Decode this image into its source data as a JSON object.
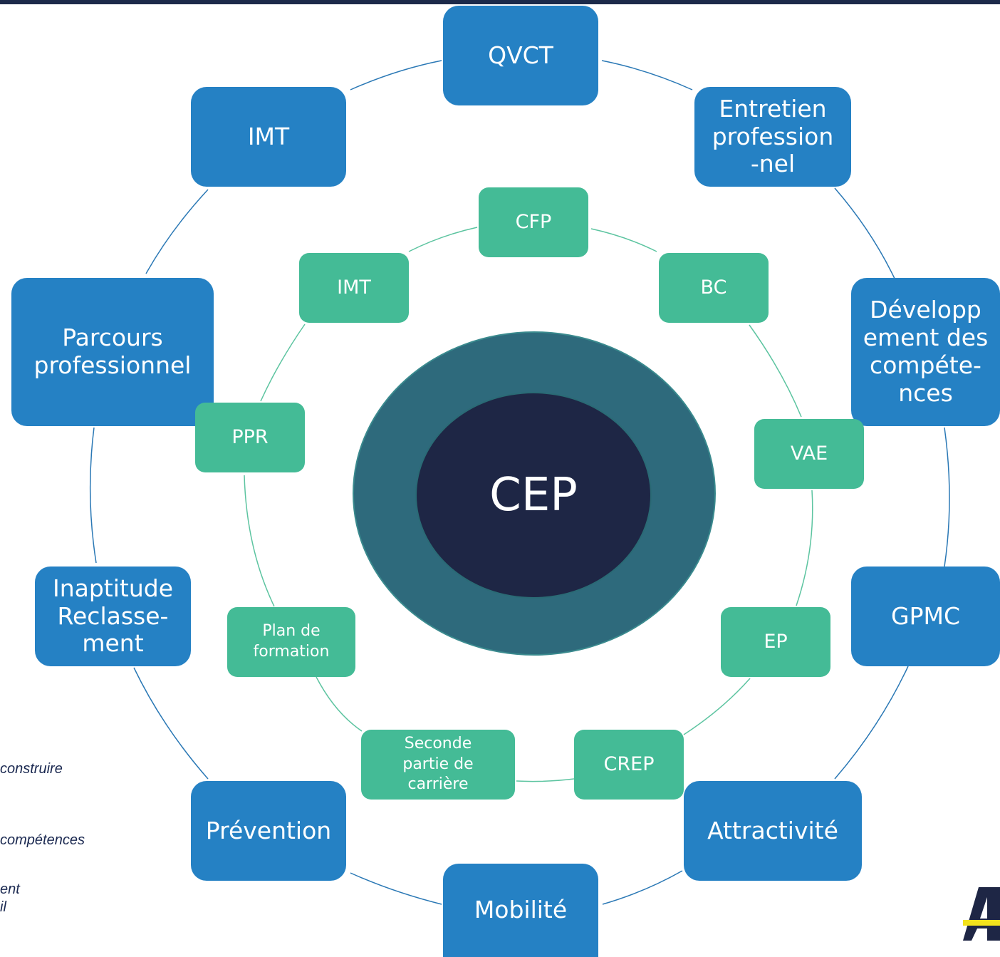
{
  "center": {
    "label": "CEP"
  },
  "outer_ring": [
    {
      "id": "qvct",
      "label": "QVCT"
    },
    {
      "id": "entretien",
      "label": "Entretien\nprofession\n-nel"
    },
    {
      "id": "dev-comp",
      "label": "Développ\nement des\ncompéte-\nnces"
    },
    {
      "id": "gpmc",
      "label": "GPMC"
    },
    {
      "id": "attractivite",
      "label": "Attractivité"
    },
    {
      "id": "mobilite",
      "label": "Mobilité"
    },
    {
      "id": "prevention",
      "label": "Prévention"
    },
    {
      "id": "inaptitude",
      "label": "Inaptitude\nReclasse-\nment"
    },
    {
      "id": "parcours",
      "label": "Parcours\nprofessionnel"
    },
    {
      "id": "imt-outer",
      "label": "IMT"
    }
  ],
  "inner_ring": [
    {
      "id": "cfp",
      "label": "CFP"
    },
    {
      "id": "bc",
      "label": "BC"
    },
    {
      "id": "vae",
      "label": "VAE"
    },
    {
      "id": "ep",
      "label": "EP"
    },
    {
      "id": "crep",
      "label": "CREP"
    },
    {
      "id": "seconde-partie",
      "label": "Seconde\npartie de\ncarrière"
    },
    {
      "id": "plan-formation",
      "label": "Plan de\nformation"
    },
    {
      "id": "ppr",
      "label": "PPR"
    },
    {
      "id": "imt-inner",
      "label": "IMT"
    }
  ],
  "side_text": [
    "construire",
    "compétences",
    "ent",
    "il"
  ],
  "colors": {
    "outer_box": "#2581c4",
    "inner_box": "#44bb96",
    "center_outer": "#2e6a7c",
    "center_inner": "#1e2645",
    "outer_connector": "#2a78b5",
    "inner_connector": "#5cc4a0"
  }
}
